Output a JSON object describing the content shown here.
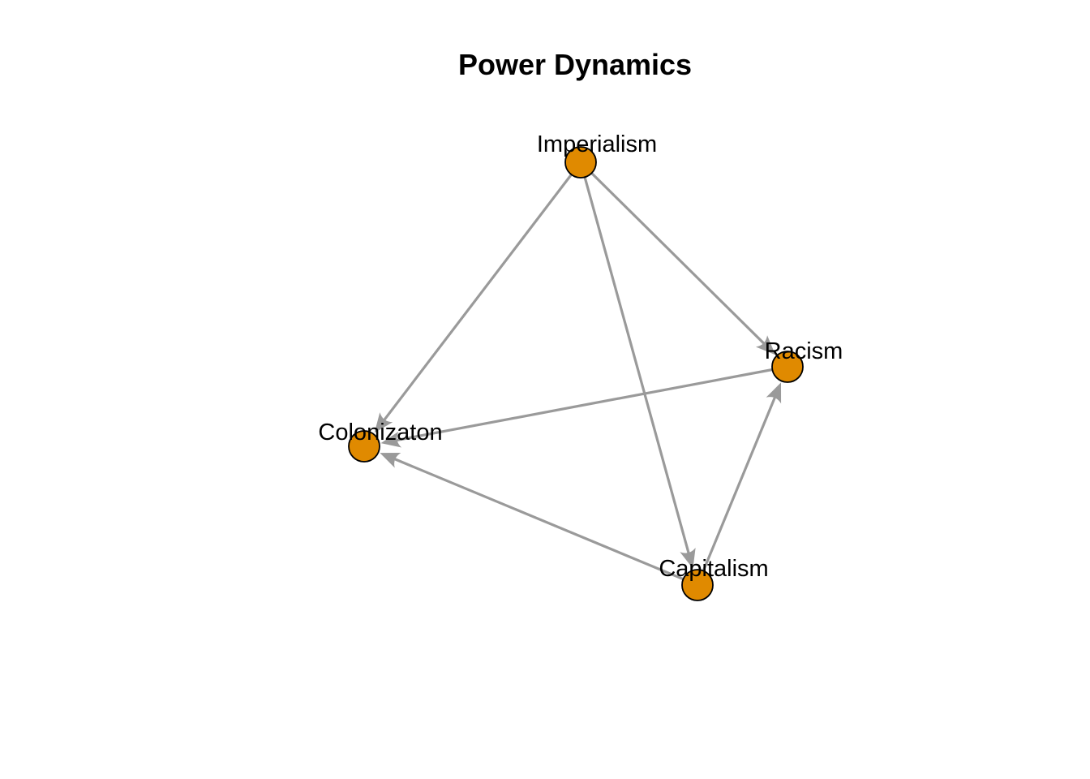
{
  "title": "Power Dynamics",
  "colors": {
    "node_fill": "#e08a00",
    "node_stroke": "#000000",
    "edge": "#9a9a9a",
    "background": "#ffffff"
  },
  "nodes": [
    {
      "id": "imperialism",
      "label": "Imperialism"
    },
    {
      "id": "racism",
      "label": "Racism"
    },
    {
      "id": "colonization",
      "label": "Colonizaton"
    },
    {
      "id": "capitalism",
      "label": "Capitalism"
    }
  ],
  "edges": [
    {
      "from": "imperialism",
      "to": "colonization"
    },
    {
      "from": "imperialism",
      "to": "capitalism"
    },
    {
      "from": "imperialism",
      "to": "racism"
    },
    {
      "from": "racism",
      "to": "colonization"
    },
    {
      "from": "capitalism",
      "to": "colonization"
    },
    {
      "from": "capitalism",
      "to": "racism"
    }
  ]
}
